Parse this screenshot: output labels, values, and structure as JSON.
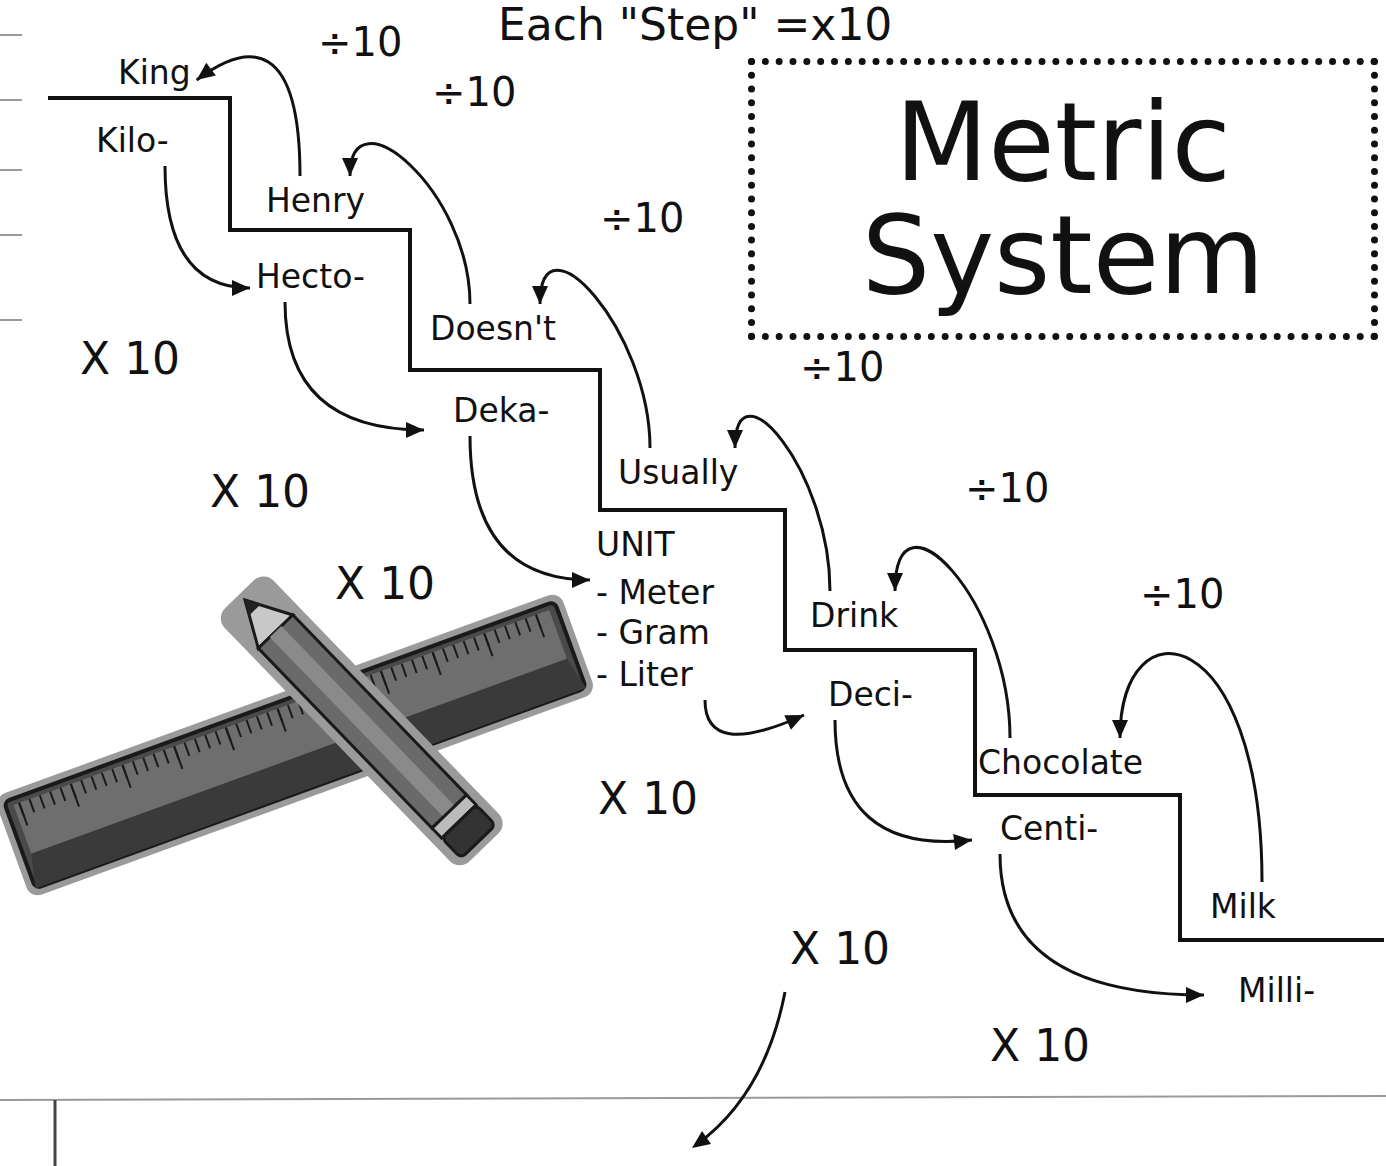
{
  "diagram": {
    "title": "Each \"Step\" =x10",
    "nodes": [
      {
        "text": [
          "King",
          "Kilo-"
        ]
      },
      {
        "text": [
          "Henry",
          "Hecto-"
        ]
      },
      {
        "text": [
          "Doesn't",
          "Deka-"
        ]
      },
      {
        "text": [
          "Usually",
          "UNIT",
          "- Meter",
          "- Gram",
          "- Liter"
        ]
      },
      {
        "text": [
          "Drink",
          "Deci-"
        ]
      },
      {
        "text": [
          "Chocolate",
          "Centi-"
        ]
      },
      {
        "text": [
          "Milk",
          "Milli-"
        ]
      },
      {
        "text": [
          "Metric System"
        ]
      }
    ],
    "edges": [
      {
        "from": 0,
        "to": 1,
        "arrow": "to",
        "label": "X 10"
      },
      {
        "from": 1,
        "to": 2,
        "arrow": "to",
        "label": "X 10"
      },
      {
        "from": 2,
        "to": 3,
        "arrow": "to",
        "label": "X 10"
      },
      {
        "from": 3,
        "to": 4,
        "arrow": "to",
        "label": "X 10"
      },
      {
        "from": 4,
        "to": 5,
        "arrow": "to",
        "label": "X 10"
      },
      {
        "from": 5,
        "to": 6,
        "arrow": "to",
        "label": "X 10"
      },
      {
        "from": 6,
        "to": 5,
        "arrow": "to",
        "label": "÷10"
      },
      {
        "from": 5,
        "to": 4,
        "arrow": "to",
        "label": "÷10"
      },
      {
        "from": 4,
        "to": 3,
        "arrow": "to",
        "label": "÷10"
      },
      {
        "from": 3,
        "to": 2,
        "arrow": "to",
        "label": "÷10"
      },
      {
        "from": 2,
        "to": 1,
        "arrow": "to",
        "label": "÷10"
      },
      {
        "from": 1,
        "to": 0,
        "arrow": "to",
        "label": "÷10"
      }
    ]
  }
}
